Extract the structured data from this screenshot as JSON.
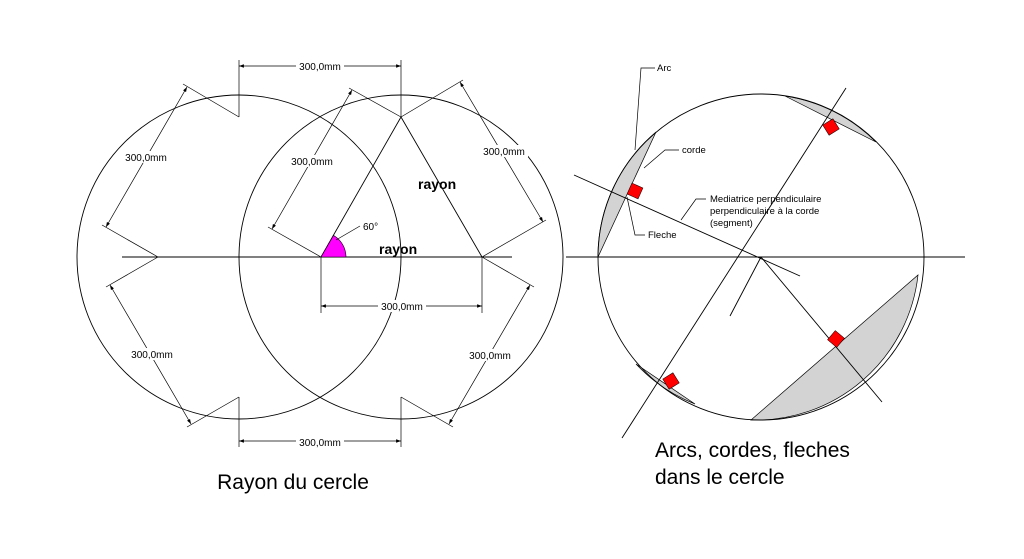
{
  "left_figure": {
    "dims": {
      "top": "300,0mm",
      "upper_left": "300,0mm",
      "radius_diag": "300,0mm",
      "upper_right": "300,0mm",
      "center": "300,0mm",
      "lower_left": "300,0mm",
      "lower_right": "300,0mm",
      "bottom": "300,0mm"
    },
    "angle_label": "60°",
    "radius_label_1": "rayon",
    "radius_label_2": "rayon",
    "caption": "Rayon du cercle",
    "colors": {
      "angle_fill": "#ff00ff"
    }
  },
  "right_figure": {
    "labels": {
      "arc": "Arc",
      "chord": "corde",
      "mediator_line1": "Mediatrice perpendiculaire",
      "mediator_line2": "perpendiculaire à la corde",
      "mediator_line3": "(segment)",
      "arrow": "Fleche"
    },
    "caption_line1": "Arcs, cordes, fleches",
    "caption_line2": "dans le cercle",
    "colors": {
      "segment_fill": "#d3d3d3",
      "marker": "#ff0000"
    }
  }
}
